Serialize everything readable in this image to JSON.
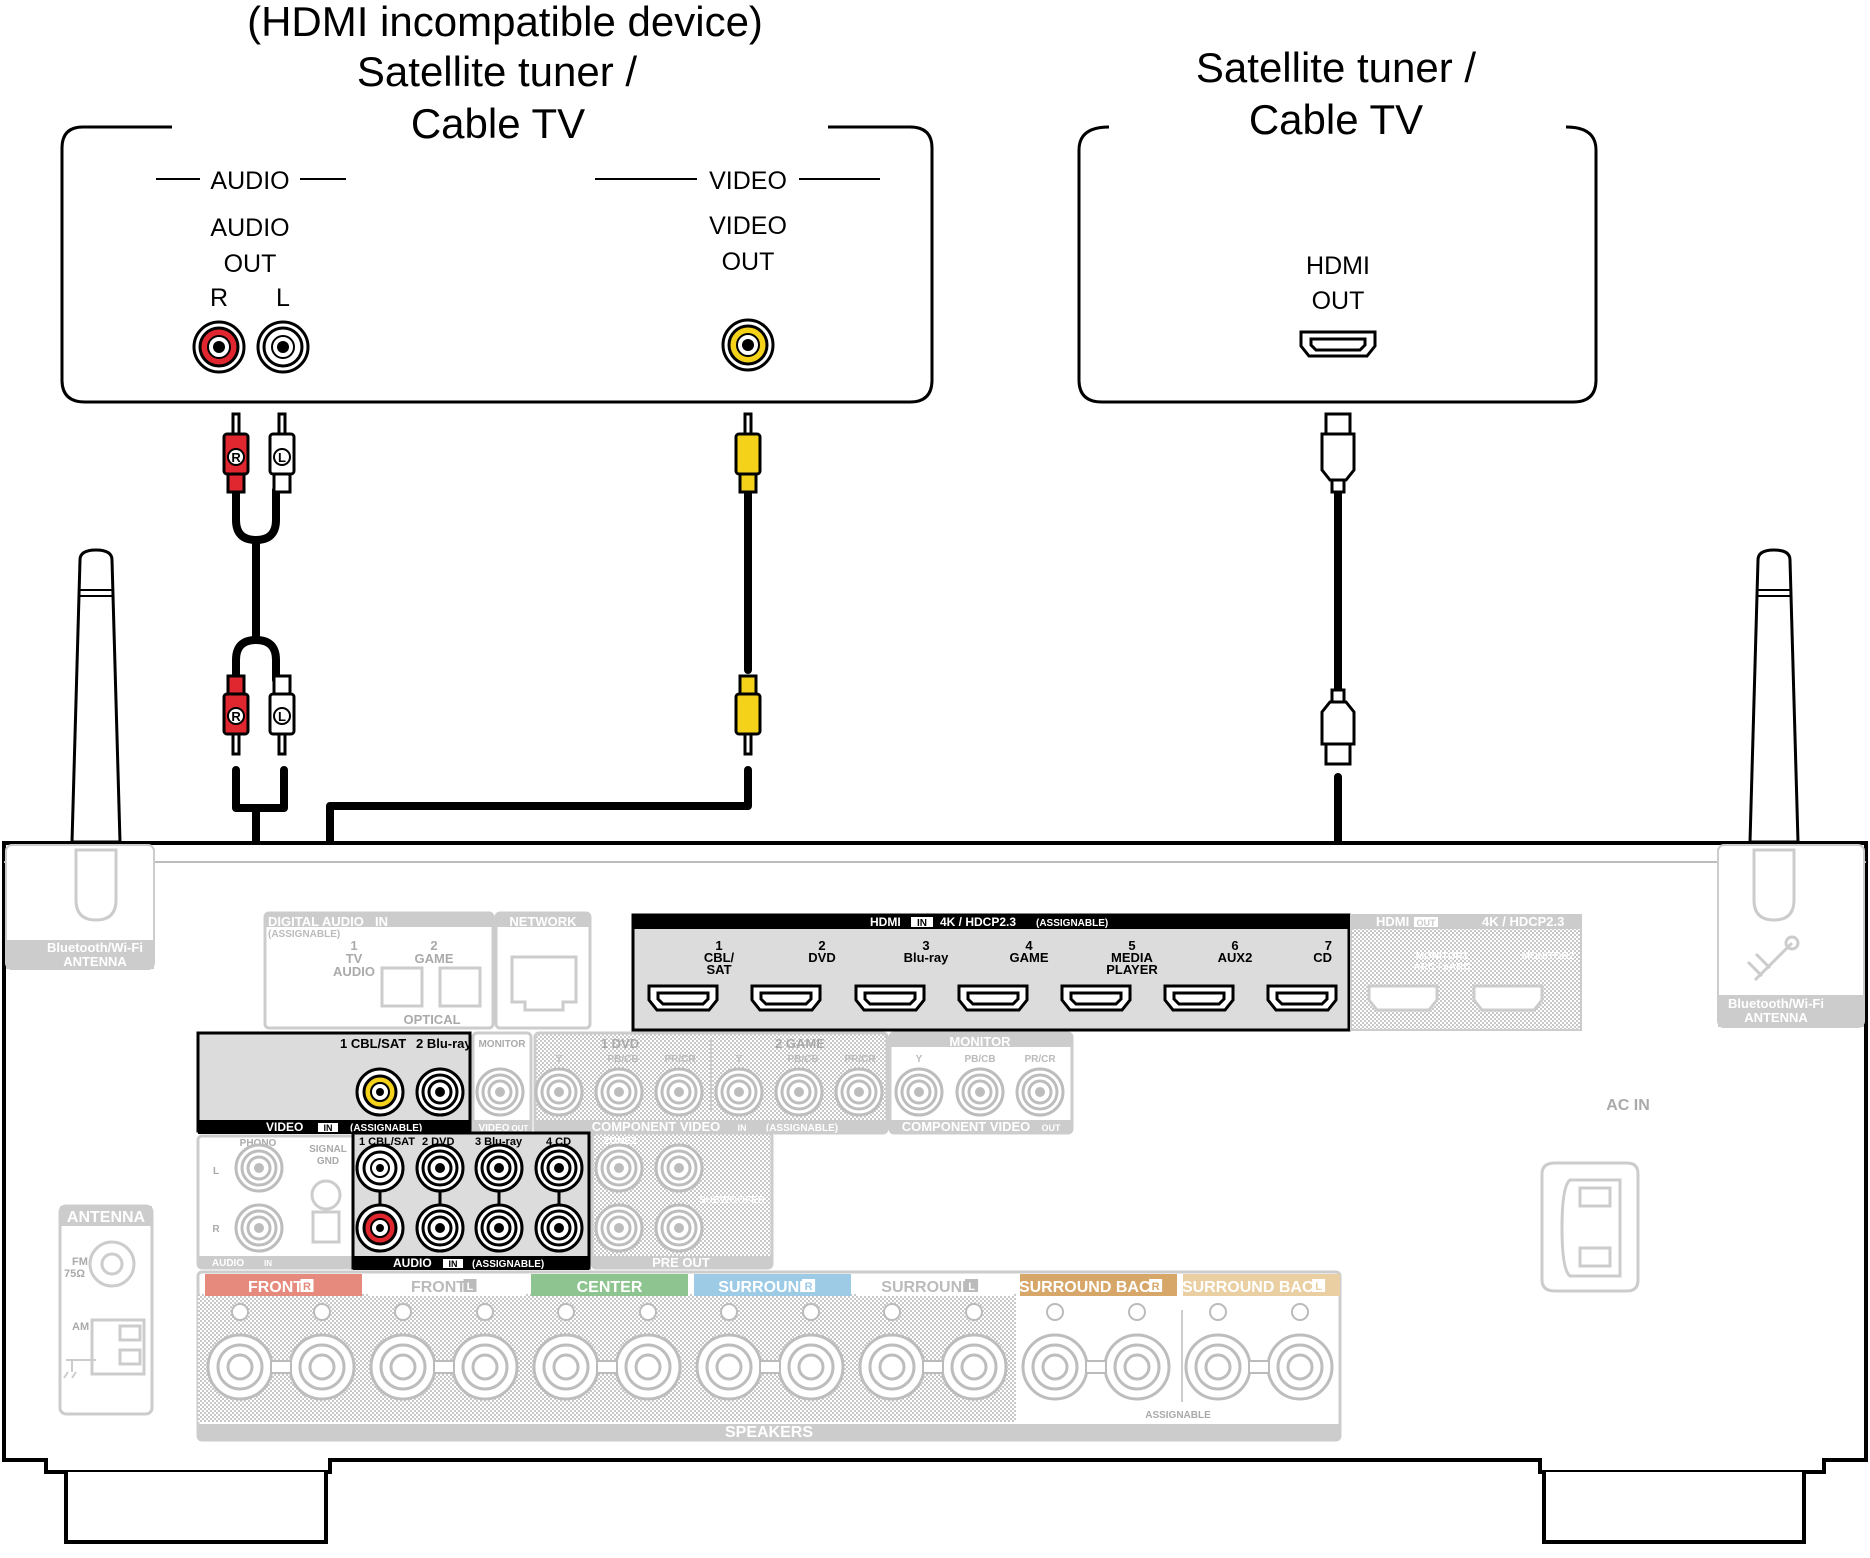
{
  "left_device": {
    "title_lines": [
      "(HDMI incompatible device)",
      "Satellite tuner /",
      "Cable TV"
    ],
    "audio_group": "AUDIO",
    "audio_out": [
      "AUDIO",
      "OUT"
    ],
    "r": "R",
    "l": "L",
    "video_group": "VIDEO",
    "video_out": [
      "VIDEO",
      "OUT"
    ]
  },
  "right_device": {
    "title_lines": [
      "Satellite tuner /",
      "Cable TV"
    ],
    "hdmi_out": [
      "HDMI",
      "OUT"
    ]
  },
  "plugs": {
    "r": "R",
    "l": "L"
  },
  "receiver": {
    "antenna_left": [
      "Bluetooth/Wi-Fi",
      "ANTENNA"
    ],
    "antenna_right": [
      "Bluetooth/Wi-Fi",
      "ANTENNA"
    ],
    "digital_audio": [
      "DIGITAL AUDIO",
      "(ASSIGNABLE)"
    ],
    "digital_in": "IN",
    "tv_audio": [
      "1",
      "TV",
      "AUDIO"
    ],
    "game": [
      "2",
      "GAME"
    ],
    "optical": "OPTICAL",
    "network": "NETWORK",
    "hdmi_in_bar": "HDMI",
    "hdmi_in_tag": "IN",
    "hdmi_in_spec": "4K / HDCP2.3",
    "hdmi_in_assign": "(ASSIGNABLE)",
    "hdmi_inputs": [
      [
        "1",
        "CBL/",
        "SAT"
      ],
      [
        "2",
        "DVD"
      ],
      [
        "3",
        "Blu-ray"
      ],
      [
        "4",
        "GAME"
      ],
      [
        "5",
        "MEDIA",
        "PLAYER"
      ],
      [
        "6",
        "AUX2"
      ],
      [
        "7",
        "CD"
      ]
    ],
    "hdmi_out_bar": "HDMI",
    "hdmi_out_tag": "OUT",
    "hdmi_out_spec": "4K / HDCP2.3",
    "monitor1": [
      "MONITOR1",
      "ARC / eARC"
    ],
    "monitor2": "MONITOR2",
    "video_in_jacks": [
      "1 CBL/SAT",
      "2 Blu-ray"
    ],
    "video_in_label": "VIDEO",
    "video_in_tag": "IN",
    "video_in_assign": "(ASSIGNABLE)",
    "monitor_small": "MONITOR",
    "video_out_label": "VIDEO",
    "video_out_tag": "OUT",
    "comp_1dvd": "1 DVD",
    "comp_2game": "2 GAME",
    "comp_y": "Y",
    "comp_pb": "PB/CB",
    "comp_pr": "PR/CR",
    "comp_in_label": "COMPONENT VIDEO",
    "comp_in_tag": "IN",
    "comp_in_assign": "(ASSIGNABLE)",
    "comp_monitor": "MONITOR",
    "comp_out_label": "COMPONENT VIDEO",
    "comp_out_tag": "OUT",
    "ac_in": "AC IN",
    "phono": "PHONO",
    "signal_gnd": [
      "SIGNAL",
      "GND"
    ],
    "audio_in_small": "AUDIO",
    "audio_in_small_tag": "IN",
    "audio_in_jacks": [
      "1 CBL/SAT",
      "2 DVD",
      "3 Blu-ray",
      "4 CD"
    ],
    "audio_in_label": "AUDIO",
    "audio_in_tag": "IN",
    "audio_in_assign": "(ASSIGNABLE)",
    "zone2": "ZONE2",
    "subwoofer": "SUBWOOFER",
    "pre_out": "PRE OUT",
    "antenna_panel": "ANTENNA",
    "fm": [
      "FM",
      "75Ω"
    ],
    "am": "AM",
    "speakers": [
      {
        "label": "FRONT",
        "side": "R",
        "color": "#e58a7c"
      },
      {
        "label": "FRONT",
        "side": "L",
        "color": "#ffffff"
      },
      {
        "label": "CENTER",
        "side": "",
        "color": "#8dc48f"
      },
      {
        "label": "SURROUND",
        "side": "R",
        "color": "#9dcbe6"
      },
      {
        "label": "SURROUND",
        "side": "L",
        "color": "#ffffff"
      },
      {
        "label": "SURROUND BACK",
        "side": "R",
        "color": "#d7a76a"
      },
      {
        "label": "SURROUND BACK",
        "side": "L",
        "color": "#e9cfa2"
      }
    ],
    "assignable": "ASSIGNABLE",
    "speakers_label": "SPEAKERS"
  }
}
